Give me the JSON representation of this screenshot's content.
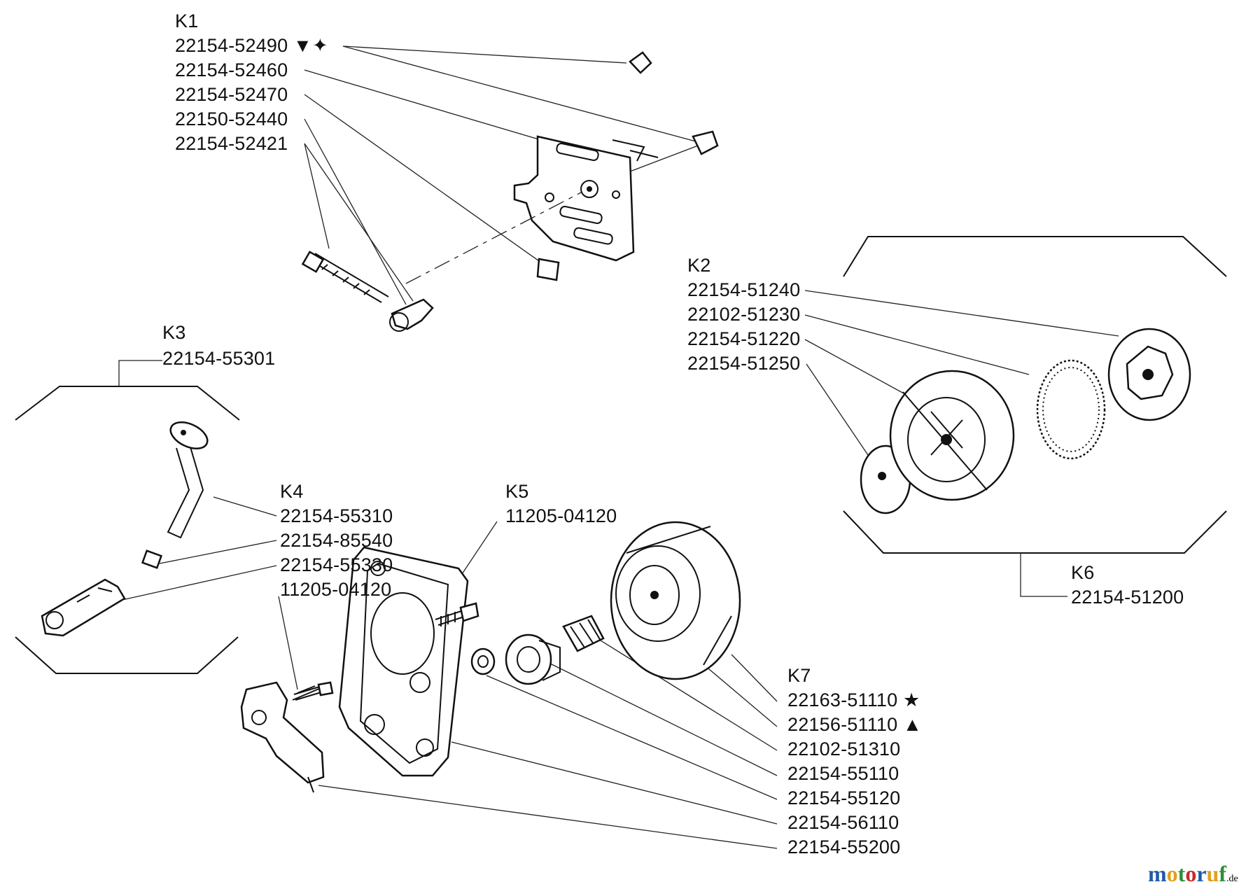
{
  "groups": {
    "k1": {
      "title": "K1",
      "parts": [
        "22154-52490 ▼✦",
        "22154-52460",
        "22154-52470",
        "22150-52440",
        "22154-52421"
      ]
    },
    "k2": {
      "title": "K2",
      "parts": [
        "22154-51240",
        "22102-51230",
        "22154-51220",
        "22154-51250"
      ]
    },
    "k3": {
      "title": "K3",
      "parts": [
        "22154-55301"
      ]
    },
    "k4": {
      "title": "K4",
      "parts": [
        "22154-55310",
        "22154-85540",
        "22154-55330",
        "11205-04120"
      ]
    },
    "k5": {
      "title": "K5",
      "parts": [
        "11205-04120"
      ]
    },
    "k6": {
      "title": "K6",
      "parts": [
        "22154-51200"
      ]
    },
    "k7": {
      "title": "K7",
      "parts": [
        "22163-51110 ★",
        "22156-51110 ▲",
        "22102-51310",
        "22154-55110",
        "22154-55120",
        "22154-56110",
        "22154-55200"
      ]
    }
  },
  "watermark": {
    "text_main": "motoruf",
    "text_suffix": ".de",
    "colors": [
      "#1e5aa8",
      "#e0a01c",
      "#2f8f3a",
      "#c82828"
    ]
  }
}
